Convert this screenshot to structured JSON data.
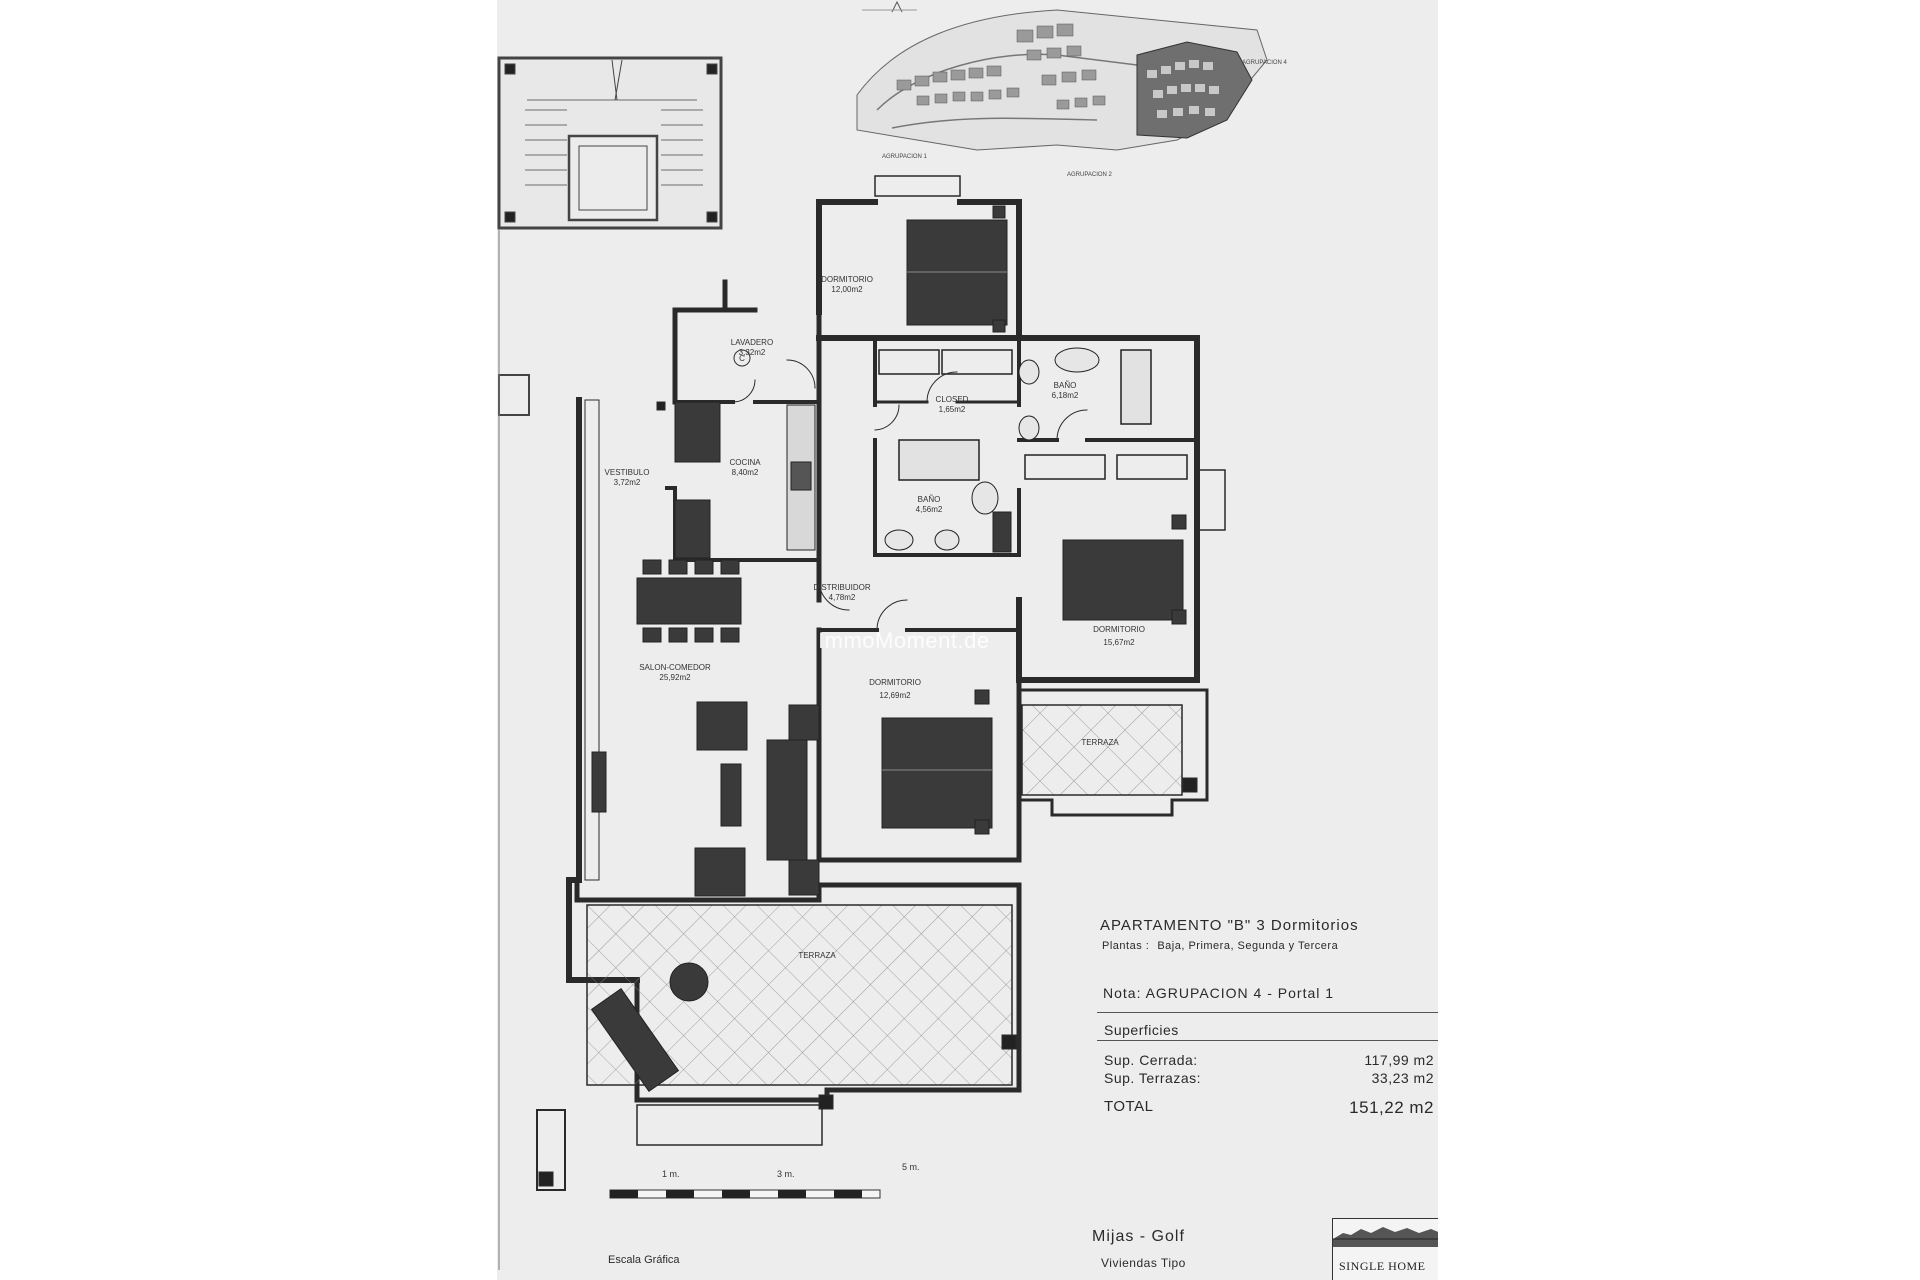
{
  "plan": {
    "rooms": [
      {
        "name": "DORMITORIO",
        "area": "12,00m2"
      },
      {
        "name": "LAVADERO",
        "area": "3,32m2"
      },
      {
        "name": "CLOSED",
        "area": "1,65m2"
      },
      {
        "name": "BAÑO",
        "area": "6,18m2"
      },
      {
        "name": "VESTIBULO",
        "area": "3,72m2"
      },
      {
        "name": "COCINA",
        "area": "8,40m2"
      },
      {
        "name": "BAÑO",
        "area": "4,56m2"
      },
      {
        "name": "DISTRIBUIDOR",
        "area": "4,78m2"
      },
      {
        "name": "DORMITORIO",
        "area": "15,67m2"
      },
      {
        "name": "SALON-COMEDOR",
        "area": "25,92m2"
      },
      {
        "name": "DORMITORIO",
        "area": "12,69m2"
      },
      {
        "name": "TERRAZA",
        "area": ""
      },
      {
        "name": "TERRAZA",
        "area": ""
      }
    ],
    "keyplan_labels": [
      "AGRUPACION 1",
      "AGRUPACION 2",
      "AGRUPACION 4"
    ],
    "scale_labels": [
      "1 m.",
      "3 m.",
      "5 m."
    ],
    "scale_caption": "Escala Gráfica",
    "watermark": "ImmoMoment.de"
  },
  "info": {
    "title": "APARTAMENTO \"B\" 3 Dormitorios",
    "floors_label": "Plantas :",
    "floors_value": "Baja, Primera, Segunda y Tercera",
    "note": "Nota: AGRUPACION 4  - Portal 1",
    "surfaces_title": "Superficies",
    "closed_label": "Sup. Cerrada:",
    "closed_value": "117,99 m2",
    "terraces_label": "Sup. Terrazas:",
    "terraces_value": "33,23 m2",
    "total_label": "TOTAL",
    "total_value": "151,22 m2"
  },
  "footer": {
    "location": "Mijas - Golf",
    "types": "Viviendas Tipo",
    "brand": "SINGLE HOME"
  }
}
